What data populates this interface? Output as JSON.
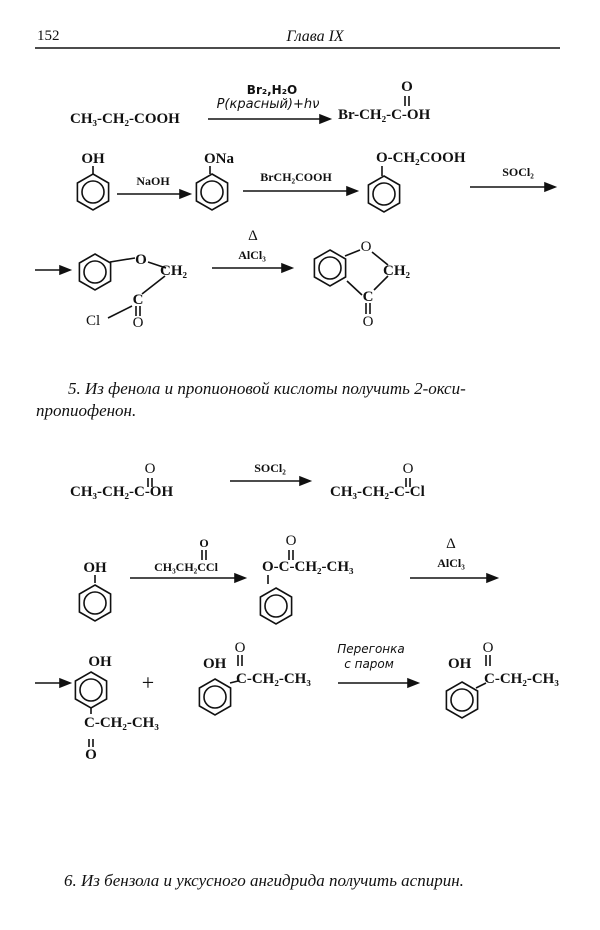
{
  "header": {
    "page_number": "152",
    "chapter": "Глава IX"
  },
  "scheme1": {
    "reactant": "CH₃-CH₂-COOH",
    "reagent_top": "Br₂,H₂O",
    "reagent_bottom": "P(красный)+hν",
    "product": "Br-CH₂-C-OH",
    "product_O": "O"
  },
  "scheme2": {
    "phenol_OH": "OH",
    "step1_reagent": "NaOH",
    "phenolate": "ONa",
    "step2_reagent": "BrCH₂COOH",
    "acid": "O-CH₂COOH",
    "step3_reagent": "SOCl₂"
  },
  "scheme3": {
    "ether_O": "O",
    "CH2": "CH₂",
    "C": "C",
    "Cl": "Cl",
    "O": "O",
    "heat": "Δ",
    "catalyst": "AlCl₃",
    "ring_O": "O",
    "ring_CH2": "CH₂",
    "ring_C": "C",
    "ketone_O": "O"
  },
  "problem5": {
    "line1": "5. Из фенола и пропионовой кислоты получить 2-окси-",
    "line2": "пропиофенон."
  },
  "scheme4": {
    "reactant": "CH₃-CH₂-C-OH",
    "reactant_O": "O",
    "reagent": "SOCl₂",
    "product": "CH₃-CH₂-C-Cl",
    "product_O": "O"
  },
  "scheme5": {
    "phenol_OH": "OH",
    "reagent": "CH₃CH₂CCl",
    "reagent_O": "O",
    "ester": "O-C-CH₂-CH₃",
    "ester_O": "O",
    "heat": "Δ",
    "catalyst": "AlCl₃"
  },
  "scheme6": {
    "para_OH": "OH",
    "para_chain": "C-CH₂-CH₃",
    "para_O": "O",
    "plus": "+",
    "ortho_OH": "OH",
    "ortho_O": "O",
    "ortho_chain": "C-CH₂-CH₃",
    "condition_line1": "Перегонка",
    "condition_line2": "с паром",
    "product_OH": "OH",
    "product_O": "O",
    "product_chain": "C-CH₂-CH₃"
  },
  "problem6": {
    "text": "6. Из бензола и уксусного ангидрида получить аспирин."
  }
}
